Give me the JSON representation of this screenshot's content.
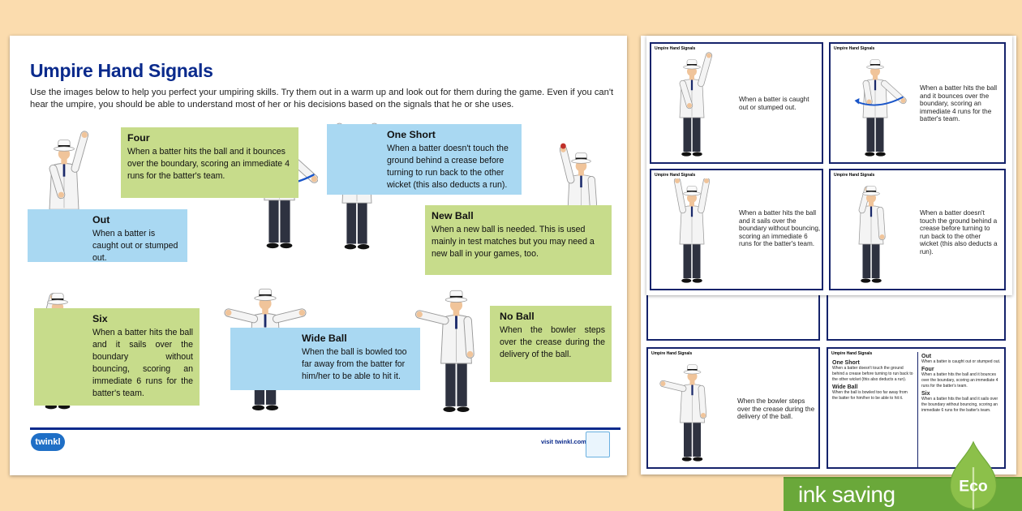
{
  "document": {
    "title": "Umpire Hand Signals",
    "intro": "Use the images below to help you perfect your umpiring skills.  Try them out in a warm up and look out for them during the game. Even if you can't hear the umpire, you should be able to understand most of her or his decisions based on the signals that he or she uses.",
    "signals": [
      {
        "name": "Four",
        "text": "When a batter hits the ball and it bounces over the boundary, scoring an immediate 4 runs for the batter's team."
      },
      {
        "name": "Out",
        "text": "When a batter is caught out or stumped out."
      },
      {
        "name": "One Short",
        "text": "When a batter doesn't touch the ground behind a crease before turning to run back to the other wicket (this also deducts a run)."
      },
      {
        "name": "New Ball",
        "text": "When a new ball is needed. This is used mainly in test matches but you may need a new ball in your games, too."
      },
      {
        "name": "Six",
        "text": "When a batter hits the ball and it sails over the boundary without bouncing, scoring an immediate 6 runs for the batter's team."
      },
      {
        "name": "Wide Ball",
        "text": "When the ball is bowled too far away from the batter for him/her to be able to hit it."
      },
      {
        "name": "No Ball",
        "text": "When the bowler steps over the crease during the delivery of the ball."
      }
    ],
    "footer": {
      "logo": "twinkl",
      "visit": "visit twinkl.com"
    }
  },
  "cards": {
    "header": "Umpire Hand Signals",
    "items": [
      "When a batter is caught out or stumped out.",
      "When a batter hits the ball and it bounces over the boundary, scoring an immediate 4 runs for the batter's team.",
      "When a batter hits the ball and it sails over the boundary without bouncing, scoring an immediate 6 runs for the batter's team.",
      "When a batter doesn't touch the ground behind a crease before turning to run back to the other wicket (this also deducts a run).",
      "When the bowler steps over the crease during the delivery of the ball."
    ],
    "summary": [
      {
        "name": "One Short",
        "text": "When a batter doesn't touch the ground behind a crease before turning to run back to the other wicket (this also deducts a run)."
      },
      {
        "name": "Wide Ball",
        "text": "When the ball is bowled too far away from the batter for him/her to be able to hit it."
      },
      {
        "name": "Out",
        "text": "When a batter is caught out or stumped out."
      },
      {
        "name": "Four",
        "text": "When a batter hits the ball and it bounces over the boundary, scoring an immediate 4 runs for the batter's team."
      },
      {
        "name": "Six",
        "text": "When a batter hits the ball and it sails over the boundary without bouncing, scoring an immediate 6 runs for the batter's team."
      }
    ]
  },
  "eco": {
    "banner": "ink saving",
    "badge": "Eco"
  },
  "colors": {
    "navy": "#0a2a8c",
    "green_box": "#c7dc8b",
    "blue_box": "#a9d8f2",
    "eco_green": "#6aa83a",
    "background": "#fbdcae"
  }
}
